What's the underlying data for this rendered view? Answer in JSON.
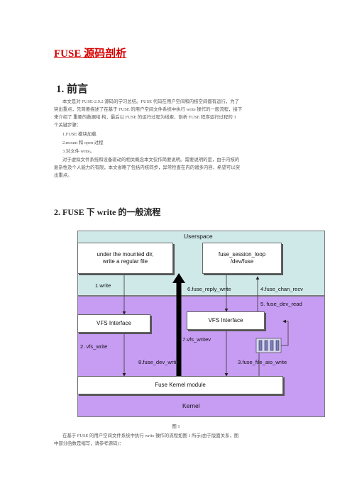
{
  "doc": {
    "title": "FUSE 源码剖析",
    "section1_heading": "1. 前言",
    "intro_line1": "本文是对 FUSE-2.9.2 源码的学习总结。FUSE 代码在用户空间和内核空间都有运行，为了",
    "intro_line2": "突出重点，先简要描述了在基于 FUSE 的用户空间文件系统中执行 write 操作的一般流程，接下",
    "intro_line3": "来介绍了 重要的数据结 构，最后以 FUSE 的运行过程为线索，剖析 FUSE 程序运行过程的 3",
    "intro_line4": "个关键步骤：",
    "steps": [
      "1.FUSE 模块加载",
      "2.mount 和 open 过程",
      "3.对文件 write。"
    ],
    "note_line1": "对于虚拟文件系统和设备驱动的相关概念本文仅作简要说明。需要说明的是，由于内核的",
    "note_line2": "复杂性及个人能力的有限，本文省略了包括内核同步，异常检查在内的诸多内容，希望可以突",
    "note_line3": "出重点。",
    "section2_heading": "2. FUSE 下 write 的一般流程",
    "figure_caption": "图 1",
    "para_after_line1": "在基于 FUSE 的用户空间文件系统中执行 write 操作的流程如图 1 所示(由于版面关系，图",
    "para_after_line2": "中部分函数是缩写，请参考源码)："
  },
  "diagram": {
    "userspace_label": "Userspace",
    "kernel_label": "Kernel",
    "box_user_write_line1": "under the mounted dir,",
    "box_user_write_line2": "write a regular file",
    "box_session_line1": "fuse_session_loop",
    "box_session_line2": "/dev/fuse",
    "box_vfs_left": "VFS   Interface",
    "box_vfs_right": "VFS   Interface",
    "box_kernel_module": "Fuse Kernel module",
    "labels": {
      "write": "1.write",
      "vfs_write": "2. vfs_write",
      "fuse_file_aio_write": "3.fuse_file_aio_write",
      "fuse_chan_recv": "4.fuse_chan_recv",
      "fuse_dev_read": "5. fuse_dev_read",
      "fuse_reply_write": "6.fuse_reply_write",
      "vfs_writev": "7.vfs_writev",
      "fuse_dev_write": "8.fuse_dev_wrtie"
    }
  }
}
